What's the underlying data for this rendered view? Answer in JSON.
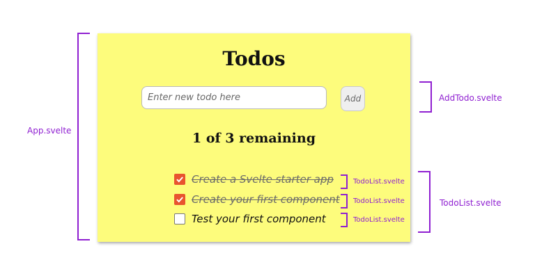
{
  "app": {
    "title": "Todos",
    "input_placeholder": "Enter new todo here",
    "add_label": "Add",
    "remaining": "1 of 3 remaining",
    "todos": [
      {
        "text": "Create a Svelte starter app",
        "done": true
      },
      {
        "text": "Create your first component",
        "done": true
      },
      {
        "text": "Test your first component",
        "done": false
      }
    ]
  },
  "annotations": {
    "app": "App.svelte",
    "add_todo": "AddTodo.svelte",
    "todo_list": "TodoList.svelte",
    "item_labels": [
      "TodoList.svelte",
      "TodoList.svelte",
      "TodoList.svelte"
    ]
  },
  "colors": {
    "card_background": "#fdfc7c",
    "annotation": "#8f1fd1",
    "checkbox_checked": "#e8542f"
  }
}
